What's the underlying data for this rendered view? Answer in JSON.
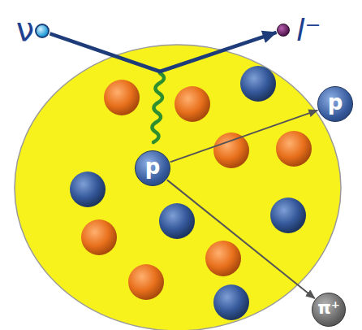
{
  "diagram": {
    "nodes": [
      {
        "text": [
          "ν"
        ]
      },
      {
        "text": [
          "l⁻"
        ]
      },
      {
        "text": [
          "p"
        ]
      },
      {
        "text": [
          "p"
        ]
      },
      {
        "text": [
          "π⁺"
        ]
      }
    ],
    "edges": [
      {
        "from": 0,
        "to": 1,
        "arrow": "to"
      },
      {
        "from": 2,
        "to": 3,
        "arrow": "to"
      },
      {
        "from": 2,
        "to": 4,
        "arrow": "to"
      }
    ]
  }
}
